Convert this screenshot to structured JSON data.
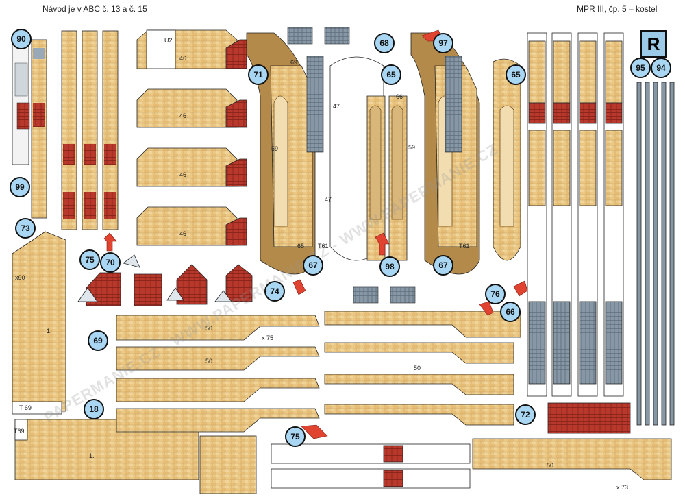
{
  "header": {
    "left": "Návod je v ABC č. 13 a č. 15",
    "right": "MPR III, čp. 5 – kostel"
  },
  "sheet_letter": "R",
  "watermark": "PAPERMANIE.CZ - WWW.PAPERMANIE.CZ - WWW.PAPERMANIE.CZ",
  "badges": [
    "90",
    "99",
    "73",
    "75",
    "70",
    "71",
    "67",
    "68",
    "65",
    "98",
    "97",
    "67",
    "65",
    "76",
    "66",
    "95",
    "94",
    "74",
    "69",
    "18",
    "75",
    "72"
  ],
  "labels": {
    "u2": "U2",
    "n46a": "46",
    "n46b": "46",
    "n46c": "46",
    "n46d": "46",
    "n47a": "47",
    "n47b": "47",
    "n59a": "59",
    "n59b": "59",
    "n65": "65",
    "n66": "66",
    "n69a": "69",
    "t61a": "T61",
    "t61b": "T61",
    "n50a": "50",
    "n50b": "50",
    "n50c": "50",
    "n50d": "50",
    "n1a": "1.",
    "n1b": "1.",
    "t69a": "T 69",
    "t69b": "T69",
    "x90a": "x90",
    "x75": "x 75",
    "x73": "x 73"
  },
  "colors": {
    "stone": "#e9c27a",
    "stone_dark": "#c99a4e",
    "wall": "#f2ddb0",
    "red": "#b8382c",
    "slate": "#6b7c8c",
    "slate_light": "#b9c6d2",
    "wood": "#b58a3f",
    "badge": "#a9d6f2"
  }
}
